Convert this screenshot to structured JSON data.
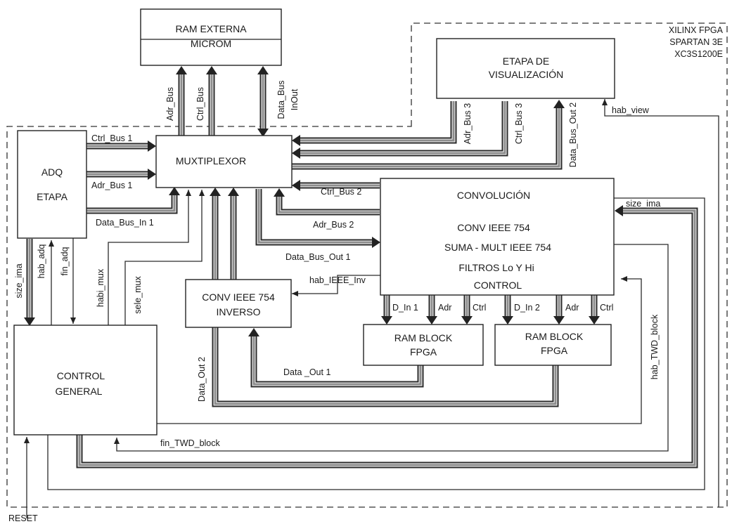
{
  "fpga": {
    "line1": "XILINX FPGA",
    "line2": "SPARTAN 3E",
    "line3": "XC3S1200E"
  },
  "blocks": {
    "ram_externa": {
      "line1": "RAM EXTERNA",
      "line2": "MICROM"
    },
    "visualizacion": {
      "line1": "ETAPA DE",
      "line2": "VISUALIZACIÓN"
    },
    "adq": {
      "line1": "ADQ",
      "line2": "ETAPA"
    },
    "muxtiplexor": {
      "line1": "MUXTIPLEXOR"
    },
    "convolucion": {
      "line1": "CONVOLUCIÓN",
      "line2": "CONV IEEE 754",
      "line3": "SUMA - MULT IEEE 754",
      "line4": "FILTROS Lo Y Hi",
      "line5": "CONTROL"
    },
    "conv_inverso": {
      "line1": "CONV IEEE 754",
      "line2": "INVERSO"
    },
    "ram_block1": {
      "line1": "RAM BLOCK",
      "line2": "FPGA"
    },
    "ram_block2": {
      "line1": "RAM BLOCK",
      "line2": "FPGA"
    },
    "control_general": {
      "line1": "CONTROL",
      "line2": "GENERAL"
    }
  },
  "signals": {
    "adr_bus": "Adr_Bus",
    "ctrl_bus": "Ctrl_Bus",
    "data_bus_inout_1": "Data_Bus",
    "data_bus_inout_2": "InOut",
    "ctrl_bus_1": "Ctrl_Bus 1",
    "adr_bus_1": "Adr_Bus 1",
    "data_bus_in_1": "Data_Bus_In 1",
    "adr_bus_3": "Adr_Bus 3",
    "ctrl_bus_3": "Ctrl_Bus 3",
    "data_bus_out_2": "Data_Bus_Out 2",
    "hab_view": "hab_view",
    "ctrl_bus_2": "Ctrl_Bus 2",
    "adr_bus_2": "Adr_Bus 2",
    "data_bus_out_1": "Data_Bus_Out 1",
    "size_ima_right": "size_ima",
    "hab_ieee_inv": "hab_IEEE_Inv",
    "size_ima_left": "size_ima",
    "hab_adq": "hab_adq",
    "fin_adq": "fin_adq",
    "habi_mux": "habi_mux",
    "sele_mux": "sele_mux",
    "d_in_1": "D_In 1",
    "adr_a": "Adr",
    "ctrl_a": "Ctrl",
    "d_in_2": "D_In 2",
    "adr_b": "Adr",
    "ctrl_b": "Ctrl",
    "data_out_1": "Data _Out 1",
    "data_out_2": "Data_Out 2",
    "hab_twd_block": "hab_TWD_block",
    "fin_twd_block": "fin_TWD_block",
    "reset": "RESET"
  }
}
